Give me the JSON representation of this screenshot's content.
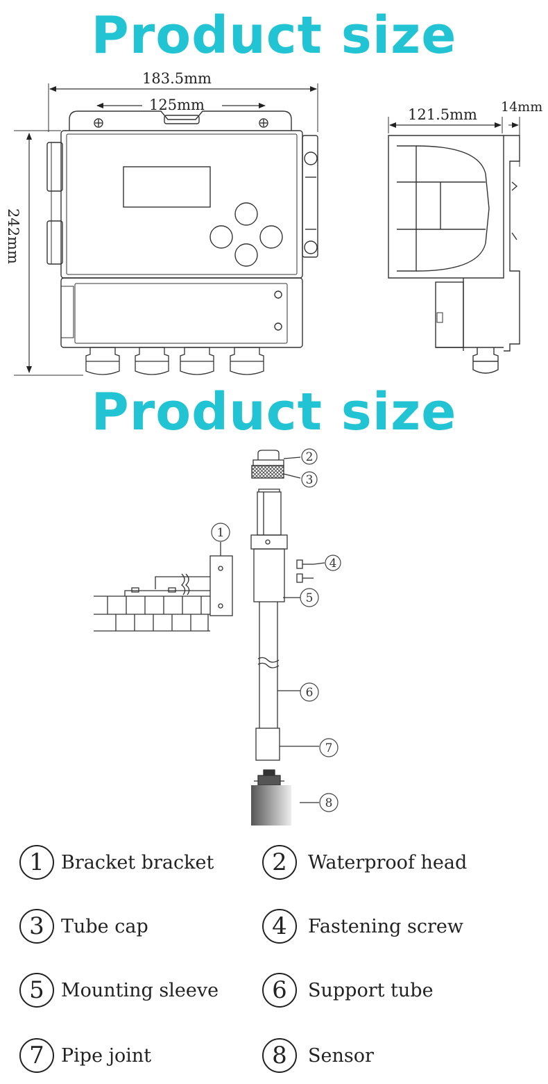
{
  "titles": {
    "top": "Product size",
    "bottom": "Product size"
  },
  "accent_color": "#22c3d2",
  "dimensions": {
    "width": "183.5mm",
    "hole_spacing": "125mm",
    "height": "242mm",
    "depth": "121.5mm",
    "bracket": "14mm"
  },
  "callouts": [
    "1",
    "2",
    "3",
    "4",
    "5",
    "6",
    "7",
    "8"
  ],
  "legend": [
    {
      "num": "1",
      "label": "Bracket bracket"
    },
    {
      "num": "2",
      "label": "Waterproof head"
    },
    {
      "num": "3",
      "label": "Tube cap"
    },
    {
      "num": "4",
      "label": "Fastening screw"
    },
    {
      "num": "5",
      "label": "Mounting sleeve"
    },
    {
      "num": "6",
      "label": "Support tube"
    },
    {
      "num": "7",
      "label": "Pipe joint"
    },
    {
      "num": "8",
      "label": "Sensor"
    }
  ]
}
